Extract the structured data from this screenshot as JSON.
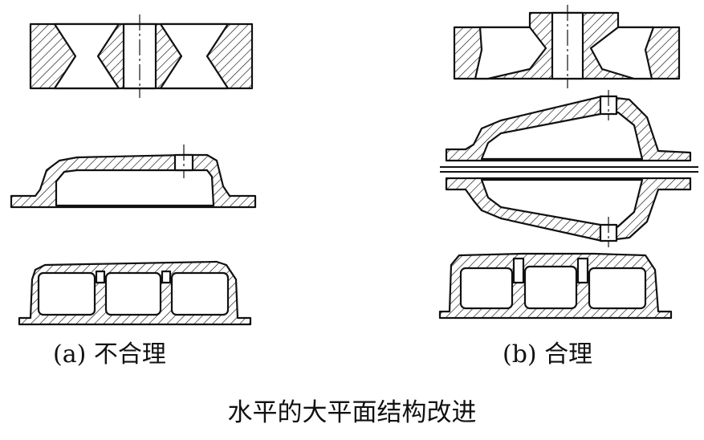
{
  "figure": {
    "caption_a": "(a) 不合理",
    "caption_b": "(b) 合理",
    "title": "水平的大平面结构改进"
  },
  "colors": {
    "ink": "#111111",
    "background": "#ffffff"
  }
}
